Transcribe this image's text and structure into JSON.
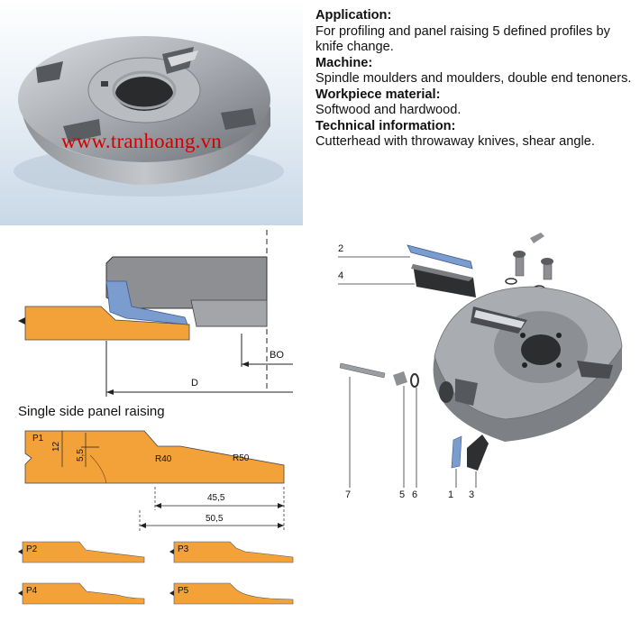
{
  "watermark": "www.tranhoang.vn",
  "info": [
    {
      "heading": "Application:",
      "text": "For profiling and panel raising 5 defined profiles by knife change."
    },
    {
      "heading": "Machine:",
      "text": "Spindle moulders and moulders, double end tenoners."
    },
    {
      "heading": "Workpiece material:",
      "text": "Softwood and hardwood."
    },
    {
      "heading": "Technical information:",
      "text": "Cutterhead with throwaway knives, shear angle."
    }
  ],
  "drawing": {
    "bo_label": "BO",
    "d_label": "D"
  },
  "panel": {
    "title": "Single side panel raising",
    "p1": "P1",
    "dim_12": "12",
    "dim_5_5": "5,5",
    "r40": "R40",
    "r50": "R50",
    "dim_45_5": "45,5",
    "dim_50_5": "50,5"
  },
  "profiles": [
    "P2",
    "P3",
    "P4",
    "P5"
  ],
  "parts": {
    "n2": "2",
    "n4": "4",
    "n7": "7",
    "n5": "5",
    "n6": "6",
    "n1": "1",
    "n3": "3"
  },
  "colors": {
    "wood": "#f3a23a",
    "knife": "#7a9ccf",
    "steel": "#8d8f93"
  }
}
